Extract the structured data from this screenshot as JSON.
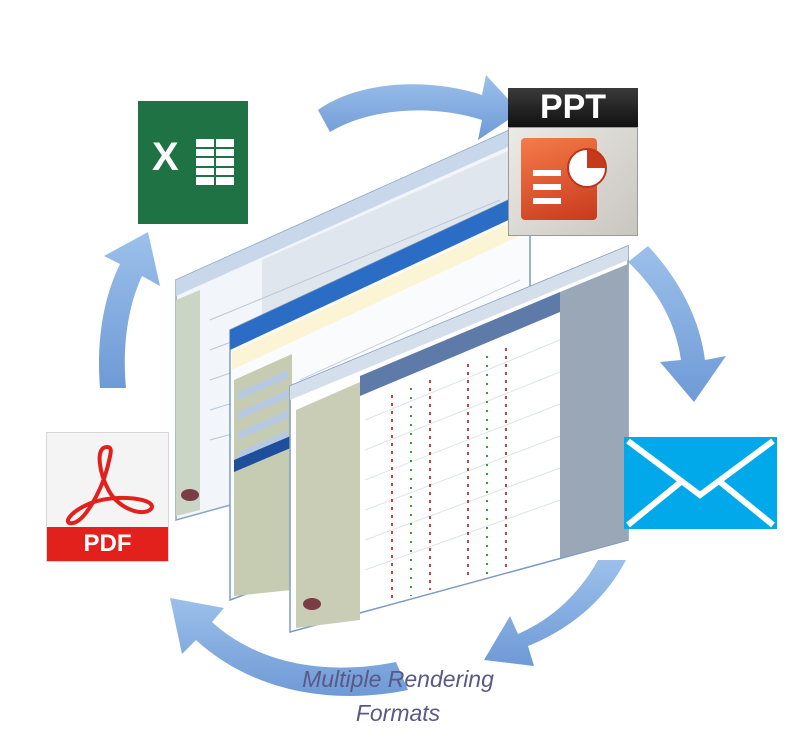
{
  "icons": {
    "excel": {
      "label": "X",
      "color": "#1f7244"
    },
    "ppt": {
      "label": "PPT",
      "color": "#c8391c"
    },
    "pdf": {
      "label": "PDF",
      "color": "#e2211c"
    },
    "email": {
      "color": "#02a9ea"
    }
  },
  "arrow_color": "#7ea9de",
  "caption": {
    "line1": "Multiple Rendering",
    "line2": "Formats"
  }
}
